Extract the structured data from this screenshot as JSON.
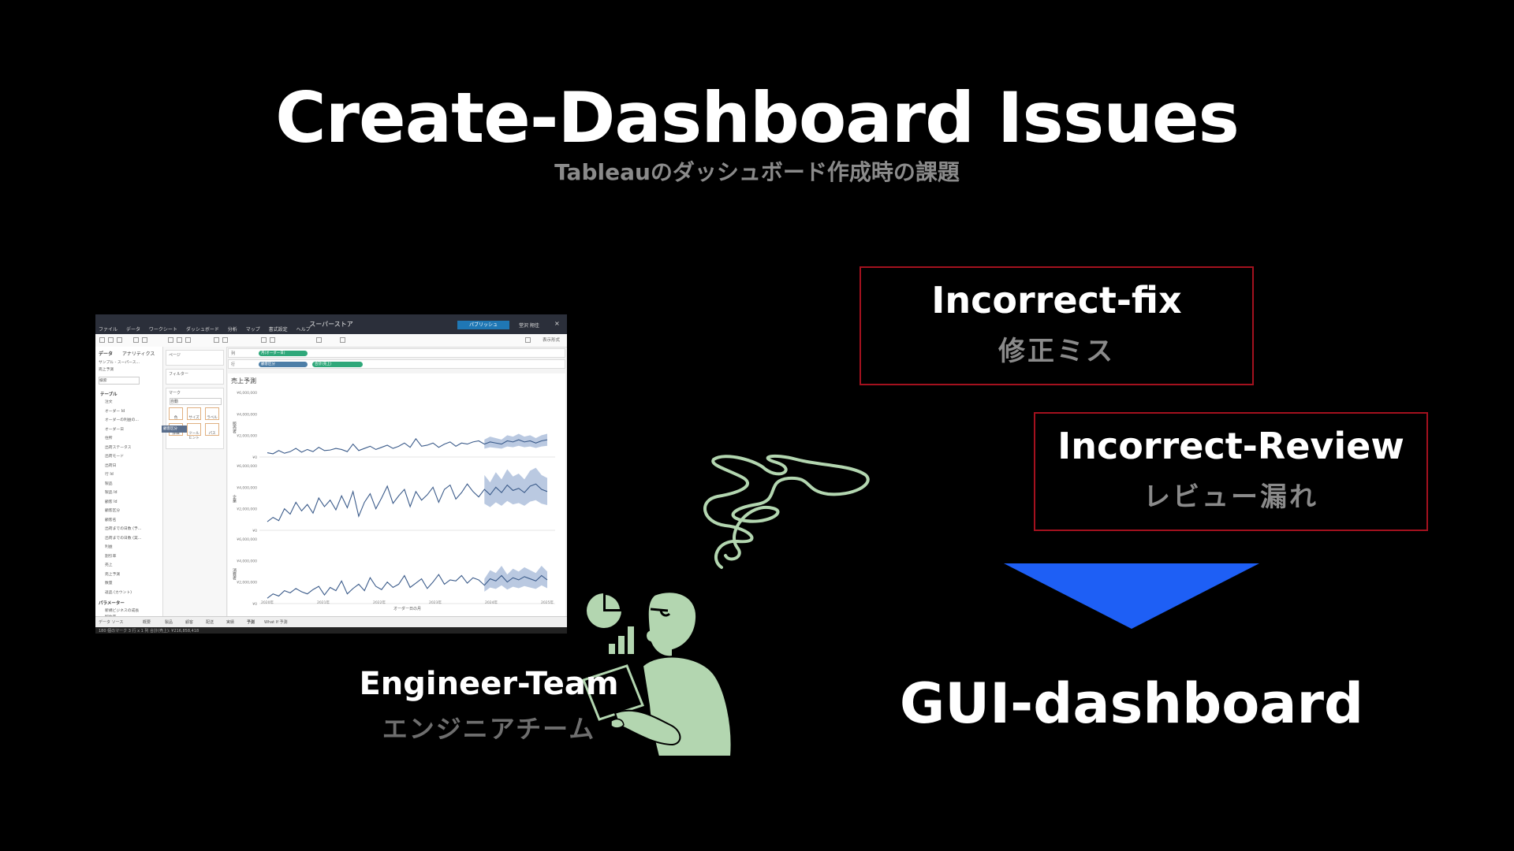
{
  "slide": {
    "title": "Create-Dashboard Issues",
    "subtitle": "Tableauのダッシュボード作成時の課題"
  },
  "issues": [
    {
      "en": "Incorrect-fix",
      "ja": "修正ミス"
    },
    {
      "en": "Incorrect-Review",
      "ja": "レビュー漏れ"
    }
  ],
  "result": {
    "label": "GUI-dashboard"
  },
  "team": {
    "en": "Engineer-Team",
    "ja": "エンジニアチーム"
  },
  "colors": {
    "background": "#000000",
    "box_border": "#a3111e",
    "arrow": "#1e5ff5",
    "illustration": "#b3d6b0",
    "subtitle_gray": "#8a8a8a"
  },
  "icons": [
    "person-with-laptop-icon",
    "pie-chart-icon",
    "bar-chart-icon",
    "scribble-thought-icon",
    "down-arrow-icon"
  ],
  "screenshot": {
    "window_title": "スーパーストア",
    "menu": [
      "ファイル",
      "データ",
      "ワークシート",
      "ダッシュボード",
      "分析",
      "マップ",
      "書式設定",
      "ヘルプ"
    ],
    "publish_button": "パブリッシュ",
    "user": "堂沢 翔佳",
    "close": "×",
    "present_mode": "表示形式",
    "data_tab": "データ",
    "analytics_tab": "アナリティクス",
    "datasource": "サンプル - スーパース...",
    "sheet": "売上予測",
    "search_placeholder": "検索",
    "tables_label": "テーブル",
    "fields": [
      "注文",
      "オーダー Id",
      "オーダーの利益の...",
      "オーダー日",
      "住所",
      "出荷ステータス",
      "出荷モード",
      "出荷日",
      "行 Id",
      "製品",
      "製品 Id",
      "顧客 Id",
      "顧客区分",
      "顧客名",
      "出荷までの日数 (予...",
      "出荷までの日数 (実...",
      "利益",
      "割引率",
      "売上",
      "売上予測",
      "数量",
      "返品 (カウント)"
    ],
    "parameters_label": "パラメーター",
    "parameters": [
      "新規ビジネスの成長",
      "解約率"
    ],
    "pages_label": "ページ",
    "filters_label": "フィルター",
    "marks_label": "マーク",
    "marks_type": "自動",
    "mark_buttons": [
      "色",
      "サイズ",
      "ラベル",
      "詳細",
      "ツールヒント",
      "パス"
    ],
    "tooltip_text": "顧客区分",
    "columns_label": "列",
    "rows_label": "行",
    "columns_pill": "月(オーダー日)",
    "rows_pills": [
      "顧客区分",
      "合計(売上)"
    ],
    "viz_title": "売上予測",
    "y_axis_labels": [
      "販売者",
      "企業",
      "消費者"
    ],
    "x_axis_title": "オーダー日の月",
    "status_tabs": [
      "データ ソース",
      "概要",
      "製品",
      "顧客",
      "配送",
      "実績",
      "予測",
      "What If 予測"
    ],
    "status_text": "180 個のマーク 3 行 x 1 列 合計(売上): ¥216,858,418"
  },
  "chart_data": {
    "type": "line",
    "title": "売上予測",
    "xlabel": "オーダー日の月",
    "x_ticks": [
      "2020年",
      "2021年",
      "2022年",
      "2023年",
      "2024年",
      "2025年"
    ],
    "panels": [
      {
        "name": "販売者",
        "y_ticks": [
          "¥0",
          "¥2,000,000",
          "¥4,000,000",
          "¥6,000,000"
        ],
        "ylim": [
          0,
          6000000
        ],
        "values": [
          400000,
          300000,
          600000,
          350000,
          500000,
          800000,
          450000,
          700000,
          500000,
          900000,
          600000,
          650000,
          800000,
          700000,
          500000,
          1200000,
          600000,
          800000,
          1000000,
          700000,
          900000,
          1100000,
          800000,
          1000000,
          1300000,
          900000,
          1700000,
          1000000,
          1100000,
          1300000,
          900000,
          1200000,
          1400000,
          1000000,
          1300000,
          1200000,
          1400000,
          1500000,
          1200000,
          1400000,
          1300000,
          1200000,
          1500000,
          1400000,
          1600000,
          1400000,
          1500000,
          1300000,
          1500000,
          1600000
        ],
        "forecast_from": 38
      },
      {
        "name": "企業",
        "y_ticks": [
          "¥0",
          "¥2,000,000",
          "¥4,000,000",
          "¥6,000,000"
        ],
        "ylim": [
          0,
          6000000
        ],
        "values": [
          800000,
          1200000,
          900000,
          2000000,
          1500000,
          2600000,
          1800000,
          2400000,
          1600000,
          3000000,
          2200000,
          2800000,
          1900000,
          3200000,
          2100000,
          3600000,
          1300000,
          2600000,
          3400000,
          2000000,
          3000000,
          4100000,
          2500000,
          3200000,
          3800000,
          2200000,
          3600000,
          2800000,
          3300000,
          4000000,
          2600000,
          3800000,
          4200000,
          2900000,
          3500000,
          4300000,
          3600000,
          3100000,
          3800000,
          3300000,
          4000000,
          3500000,
          4200000,
          3700000,
          3900000,
          3500000,
          4100000,
          4300000,
          3800000,
          3600000
        ],
        "forecast_from": 38
      },
      {
        "name": "消費者",
        "y_ticks": [
          "¥0",
          "¥2,000,000",
          "¥4,000,000",
          "¥6,000,000"
        ],
        "ylim": [
          0,
          6000000
        ],
        "values": [
          500000,
          900000,
          700000,
          1200000,
          1000000,
          1400000,
          1100000,
          900000,
          1300000,
          1600000,
          800000,
          1500000,
          1200000,
          2100000,
          900000,
          1400000,
          1800000,
          1200000,
          2400000,
          1600000,
          1300000,
          2000000,
          1500000,
          1800000,
          2600000,
          1500000,
          1900000,
          2300000,
          1400000,
          2000000,
          2700000,
          1800000,
          2200000,
          2100000,
          2600000,
          1900000,
          2400000,
          2200000,
          1700000,
          2300000,
          2100000,
          2600000,
          2000000,
          2400000,
          2200000,
          2500000,
          2300000,
          2100000,
          2600000,
          2200000
        ],
        "forecast_from": 38
      }
    ]
  }
}
